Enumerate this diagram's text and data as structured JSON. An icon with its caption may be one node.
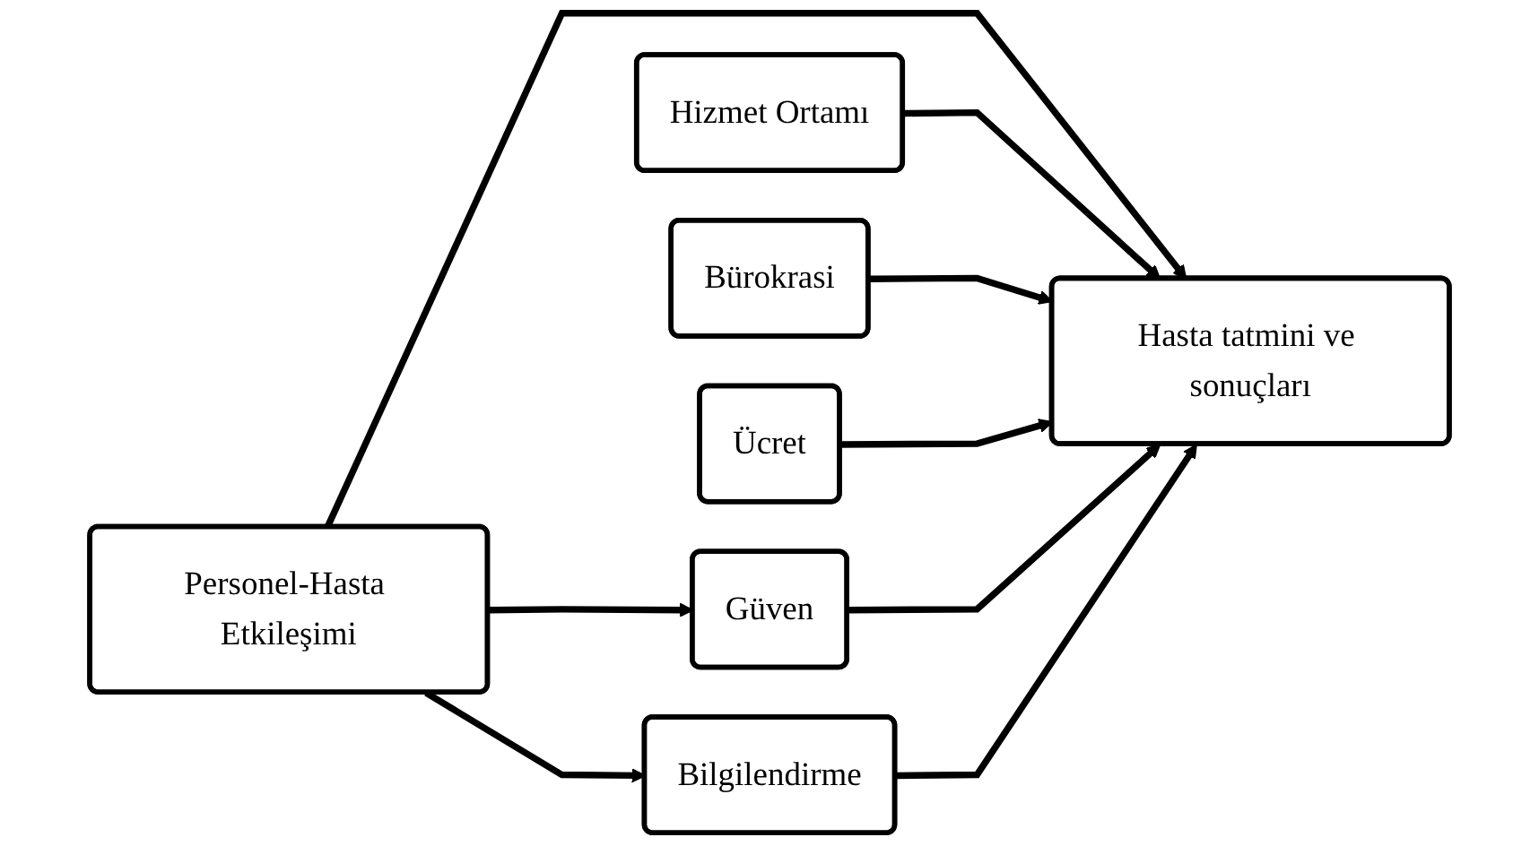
{
  "diagram": {
    "nodes": [
      {
        "text": [
          "Personel-Hasta Etkileşimi"
        ]
      },
      {
        "text": [
          "Hizmet Ortamı"
        ]
      },
      {
        "text": [
          "Bürokrasi"
        ]
      },
      {
        "text": [
          "Ücret"
        ]
      },
      {
        "text": [
          "Bilgilendirme"
        ]
      },
      {
        "text": [
          "Güven"
        ]
      },
      {
        "text": [
          "Hasta tatmini ve sonuçları"
        ]
      }
    ],
    "edges": [
      {
        "from": 0,
        "to": 4,
        "arrow": "to"
      },
      {
        "from": 0,
        "to": 5,
        "arrow": "to"
      },
      {
        "from": 0,
        "to": 6,
        "arrow": "to"
      },
      {
        "from": 1,
        "to": 6,
        "arrow": "to"
      },
      {
        "from": 2,
        "to": 6,
        "arrow": "to"
      },
      {
        "from": 3,
        "to": 6,
        "arrow": "to"
      },
      {
        "from": 5,
        "to": 6,
        "arrow": "to"
      },
      {
        "from": 4,
        "to": 6,
        "arrow": "to"
      }
    ]
  }
}
